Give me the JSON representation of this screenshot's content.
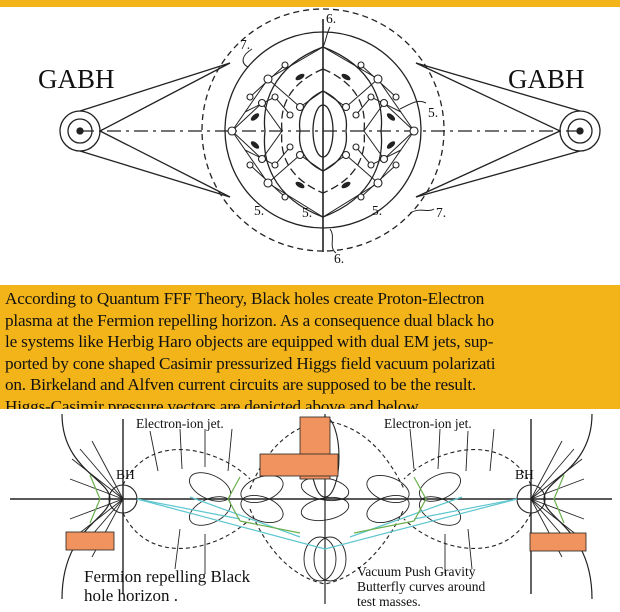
{
  "top_diagram": {
    "left_label": "GABH",
    "right_label": "GABH",
    "number_labels": [
      "6.",
      "7.",
      "5.",
      "5.",
      "5.",
      "5.",
      "7.",
      "6."
    ]
  },
  "caption": {
    "lines": [
      "According to Quantum FFF Theory, Black holes create Proton-Electron",
      "plasma at the Fermion repelling horizon. As a consequence dual black ho",
      "le systems like Herbig Haro objects are equipped with dual EM jets, sup-",
      "ported by cone shaped Casimir pressurized Higgs field vacuum polarizati",
      "on. Birkeland and Alfven current circuits are supposed to be the result.",
      "Higgs-Casimir pressure vectors are depicted above and below."
    ]
  },
  "bottom_diagram": {
    "jet_left": "Electron-ion jet.",
    "jet_right": "Electron-ion jet.",
    "bh_left": "BH",
    "bh_right": "BH",
    "fermion_line1": "Fermion repelling Black",
    "fermion_line2": "hole horizon .",
    "vacuum_line1": "Vacuum Push Gravity",
    "vacuum_line2": "Butterfly curves around",
    "vacuum_line3": "test masses.",
    "colors": {
      "orange": "#f0935f",
      "teal": "#5ec6cf",
      "green": "#6ab04c"
    }
  },
  "colors": {
    "band": "#f3b41a"
  }
}
